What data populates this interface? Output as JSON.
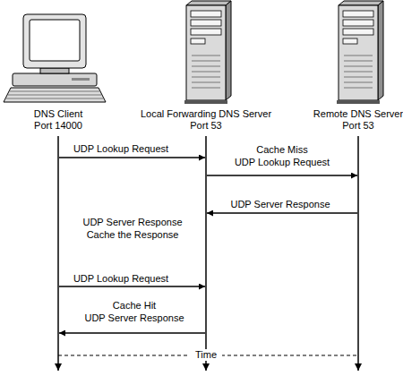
{
  "diagram": {
    "nodes": [
      {
        "text": [
          "DNS Client",
          "Port 14000"
        ]
      },
      {
        "text": [
          "Local Forwarding DNS Server",
          "Port 53"
        ]
      },
      {
        "text": [
          "Remote DNS Server",
          "Port 53"
        ]
      }
    ],
    "edges": [
      {
        "from": 0,
        "to": 1,
        "arrow": "to",
        "label": "UDP Lookup Request"
      },
      {
        "from": 1,
        "to": 2,
        "arrow": "to",
        "label": "UDP Lookup Request"
      },
      {
        "from": 2,
        "to": 1,
        "arrow": "to",
        "label": "UDP Server Response"
      },
      {
        "from": 0,
        "to": 1,
        "arrow": "to",
        "label": "UDP Lookup Request"
      },
      {
        "from": 1,
        "to": 0,
        "arrow": "to",
        "label": "UDP Server Response"
      }
    ],
    "labels": [
      "Cache Miss",
      "UDP Server Response",
      "Cache the Response",
      "Cache Hit",
      "Time"
    ]
  }
}
